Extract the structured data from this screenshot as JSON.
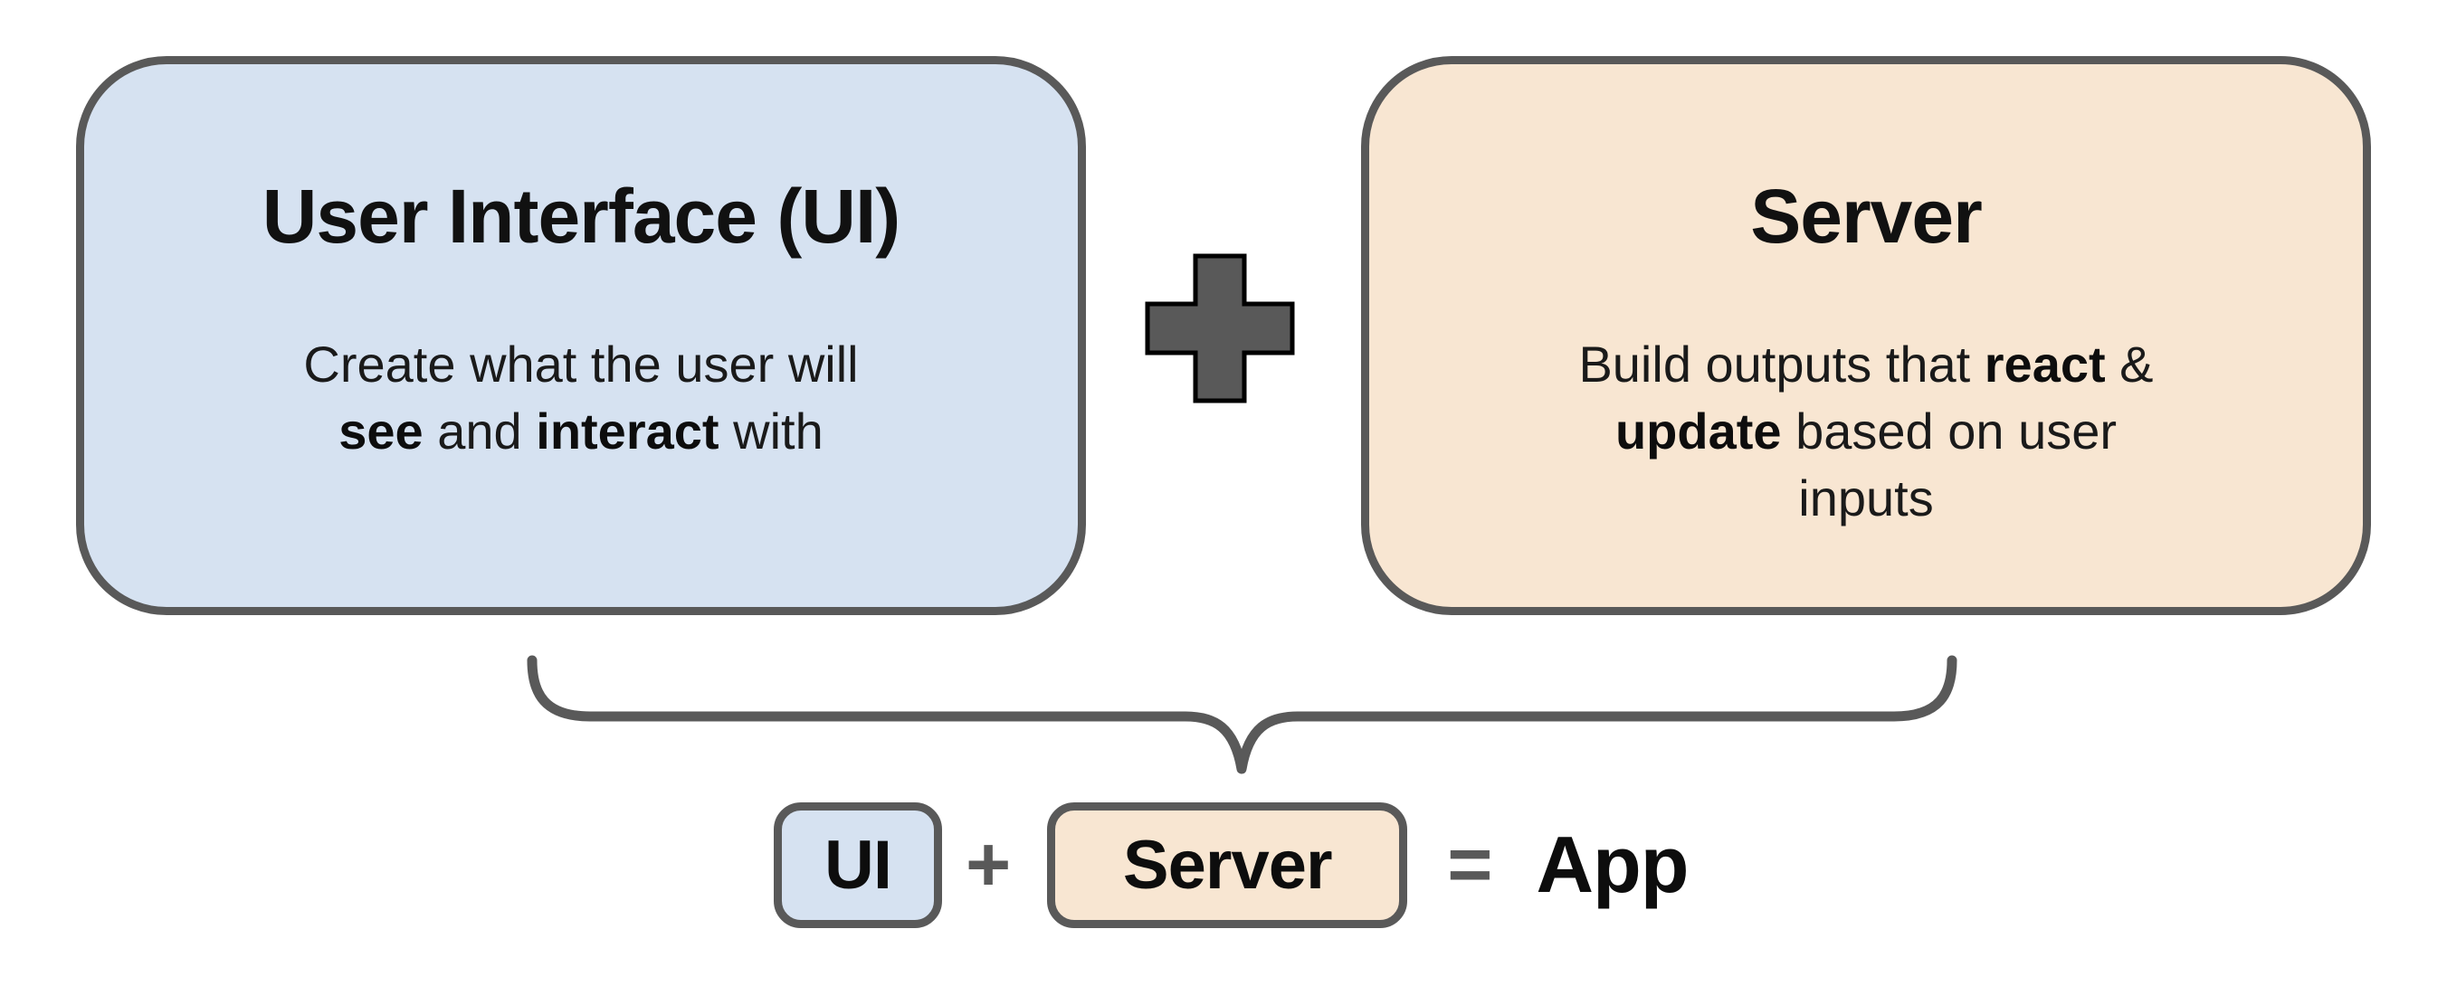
{
  "ui_box": {
    "title": "User Interface (UI)",
    "body": {
      "line1": "Create what the user will",
      "bold_see": "see",
      "mid_and": " and ",
      "bold_interact": "interact",
      "end_with": " with"
    }
  },
  "server_box": {
    "title": "Server",
    "body": {
      "line1_pre": "Build outputs that ",
      "line1_bold": "react",
      "line1_post": " &",
      "line2_bold": "update",
      "line2_post": " based on user",
      "line3": "inputs"
    }
  },
  "equation": {
    "ui_label": "UI",
    "plus": "+",
    "server_label": "Server",
    "equals": "=",
    "result": "App"
  },
  "colors": {
    "ui_fill": "#D6E2F1",
    "server_fill": "#F8E6D2",
    "outline_gray": "#595959",
    "text_black": "#0D0D0D",
    "background": "#FFFFFF"
  }
}
